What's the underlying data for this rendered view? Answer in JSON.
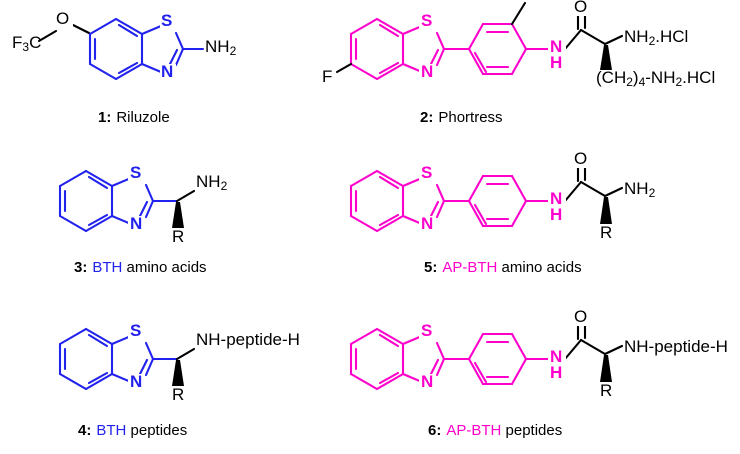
{
  "figure": {
    "title": "Benzothiazole scaffold compound panel",
    "background_color": "#ffffff",
    "colors": {
      "blue": "#2222ee",
      "magenta": "#ff00cc",
      "black": "#000000"
    }
  },
  "compounds": [
    {
      "id": "1",
      "number": "1",
      "separator": ":",
      "name": "Riluzole",
      "name_parts": [
        {
          "text": "Riluzole",
          "color": "#000000"
        }
      ],
      "scaffold_color": "#2222ee",
      "atom_labels": [
        {
          "label": "F",
          "sub": "3",
          "tail": "C",
          "color": "#000000"
        },
        {
          "label": "O",
          "color": "#000000"
        },
        {
          "label": "S",
          "color": "#2222ee"
        },
        {
          "label": "N",
          "color": "#2222ee"
        },
        {
          "label": "NH",
          "sub": "2",
          "color": "#000000"
        }
      ]
    },
    {
      "id": "2",
      "number": "2",
      "separator": ":",
      "name": "Phortress",
      "name_parts": [
        {
          "text": "Phortress",
          "color": "#000000"
        }
      ],
      "scaffold_color": "#ff00cc",
      "atom_labels": [
        {
          "label": "F",
          "color": "#000000"
        },
        {
          "label": "S",
          "color": "#ff00cc"
        },
        {
          "label": "N",
          "color": "#ff00cc"
        },
        {
          "label": "N",
          "color": "#ff00cc"
        },
        {
          "label": "H",
          "color": "#ff00cc"
        },
        {
          "label": "O",
          "color": "#000000"
        },
        {
          "label": "NH",
          "sub": "2",
          "tail": ".HCl",
          "color": "#000000"
        },
        {
          "label": "(CH",
          "sub": "2",
          "tail": ")",
          "sub2": "4",
          "tail2": "-NH",
          "sub3": "2",
          "tail3": ".HCl",
          "color": "#000000"
        }
      ]
    },
    {
      "id": "3",
      "number": "3",
      "separator": ":",
      "name": "BTH amino acids",
      "name_parts": [
        {
          "text": "BTH",
          "color": "#2222ee"
        },
        {
          "text": " amino acids",
          "color": "#000000"
        }
      ],
      "scaffold_color": "#2222ee",
      "atom_labels": [
        {
          "label": "S",
          "color": "#2222ee"
        },
        {
          "label": "N",
          "color": "#2222ee"
        },
        {
          "label": "NH",
          "sub": "2",
          "color": "#000000"
        },
        {
          "label": "R",
          "color": "#000000"
        }
      ]
    },
    {
      "id": "4",
      "number": "4",
      "separator": ":",
      "name": "BTH peptides",
      "name_parts": [
        {
          "text": "BTH",
          "color": "#2222ee"
        },
        {
          "text": " peptides",
          "color": "#000000"
        }
      ],
      "scaffold_color": "#2222ee",
      "atom_labels": [
        {
          "label": "S",
          "color": "#2222ee"
        },
        {
          "label": "N",
          "color": "#2222ee"
        },
        {
          "label": "NH-peptide-H",
          "color": "#000000"
        },
        {
          "label": "R",
          "color": "#000000"
        }
      ]
    },
    {
      "id": "5",
      "number": "5",
      "separator": ":",
      "name": "AP-BTH amino acids",
      "name_parts": [
        {
          "text": "AP-BTH",
          "color": "#ff00cc"
        },
        {
          "text": " amino acids",
          "color": "#000000"
        }
      ],
      "scaffold_color": "#ff00cc",
      "atom_labels": [
        {
          "label": "S",
          "color": "#ff00cc"
        },
        {
          "label": "N",
          "color": "#ff00cc"
        },
        {
          "label": "N",
          "color": "#ff00cc"
        },
        {
          "label": "H",
          "color": "#ff00cc"
        },
        {
          "label": "O",
          "color": "#000000"
        },
        {
          "label": "NH",
          "sub": "2",
          "color": "#000000"
        },
        {
          "label": "R",
          "color": "#000000"
        }
      ]
    },
    {
      "id": "6",
      "number": "6",
      "separator": ":",
      "name": "AP-BTH peptides",
      "name_parts": [
        {
          "text": "AP-BTH",
          "color": "#ff00cc"
        },
        {
          "text": " peptides",
          "color": "#000000"
        }
      ],
      "scaffold_color": "#ff00cc",
      "atom_labels": [
        {
          "label": "S",
          "color": "#ff00cc"
        },
        {
          "label": "N",
          "color": "#ff00cc"
        },
        {
          "label": "N",
          "color": "#ff00cc"
        },
        {
          "label": "H",
          "color": "#ff00cc"
        },
        {
          "label": "O",
          "color": "#000000"
        },
        {
          "label": "NH-peptide-H",
          "color": "#000000"
        },
        {
          "label": "R",
          "color": "#000000"
        }
      ]
    }
  ],
  "labels": {
    "c1_F3": "F",
    "c1_F3_sub": "3",
    "c1_C": "C",
    "c1_O": "O",
    "c1_S": "S",
    "c1_N": "N",
    "c1_NH": "NH",
    "c1_NH_sub": "2",
    "c1_caption_num": "1:",
    "c1_caption_name": "Riluzole",
    "c2_F": "F",
    "c2_S": "S",
    "c2_N": "N",
    "c2_amideN": "N",
    "c2_amideH": "H",
    "c2_O": "O",
    "c2_NH2HCl": "NH",
    "c2_NH2HCl_sub": "2",
    "c2_NH2HCl_tail": ".HCl",
    "c2_chain_a": "(CH",
    "c2_chain_sub1": "2",
    "c2_chain_b": ")",
    "c2_chain_sub2": "4",
    "c2_chain_c": "-NH",
    "c2_chain_sub3": "2",
    "c2_chain_d": ".HCl",
    "c2_caption_num": "2:",
    "c2_caption_name": "Phortress",
    "c3_S": "S",
    "c3_N": "N",
    "c3_NH": "NH",
    "c3_NH_sub": "2",
    "c3_R": "R",
    "c3_caption_num": "3:",
    "c3_caption_hl": "BTH",
    "c3_caption_rest": " amino acids",
    "c4_S": "S",
    "c4_N": "N",
    "c4_NHpep": "NH-peptide-H",
    "c4_R": "R",
    "c4_caption_num": "4:",
    "c4_caption_hl": "BTH",
    "c4_caption_rest": " peptides",
    "c5_S": "S",
    "c5_N": "N",
    "c5_amideN": "N",
    "c5_amideH": "H",
    "c5_O": "O",
    "c5_NH": "NH",
    "c5_NH_sub": "2",
    "c5_R": "R",
    "c5_caption_num": "5:",
    "c5_caption_hl": "AP-BTH",
    "c5_caption_rest": " amino acids",
    "c6_S": "S",
    "c6_N": "N",
    "c6_amideN": "N",
    "c6_amideH": "H",
    "c6_O": "O",
    "c6_NHpep": "NH-peptide-H",
    "c6_R": "R",
    "c6_caption_num": "6:",
    "c6_caption_hl": "AP-BTH",
    "c6_caption_rest": " peptides"
  }
}
